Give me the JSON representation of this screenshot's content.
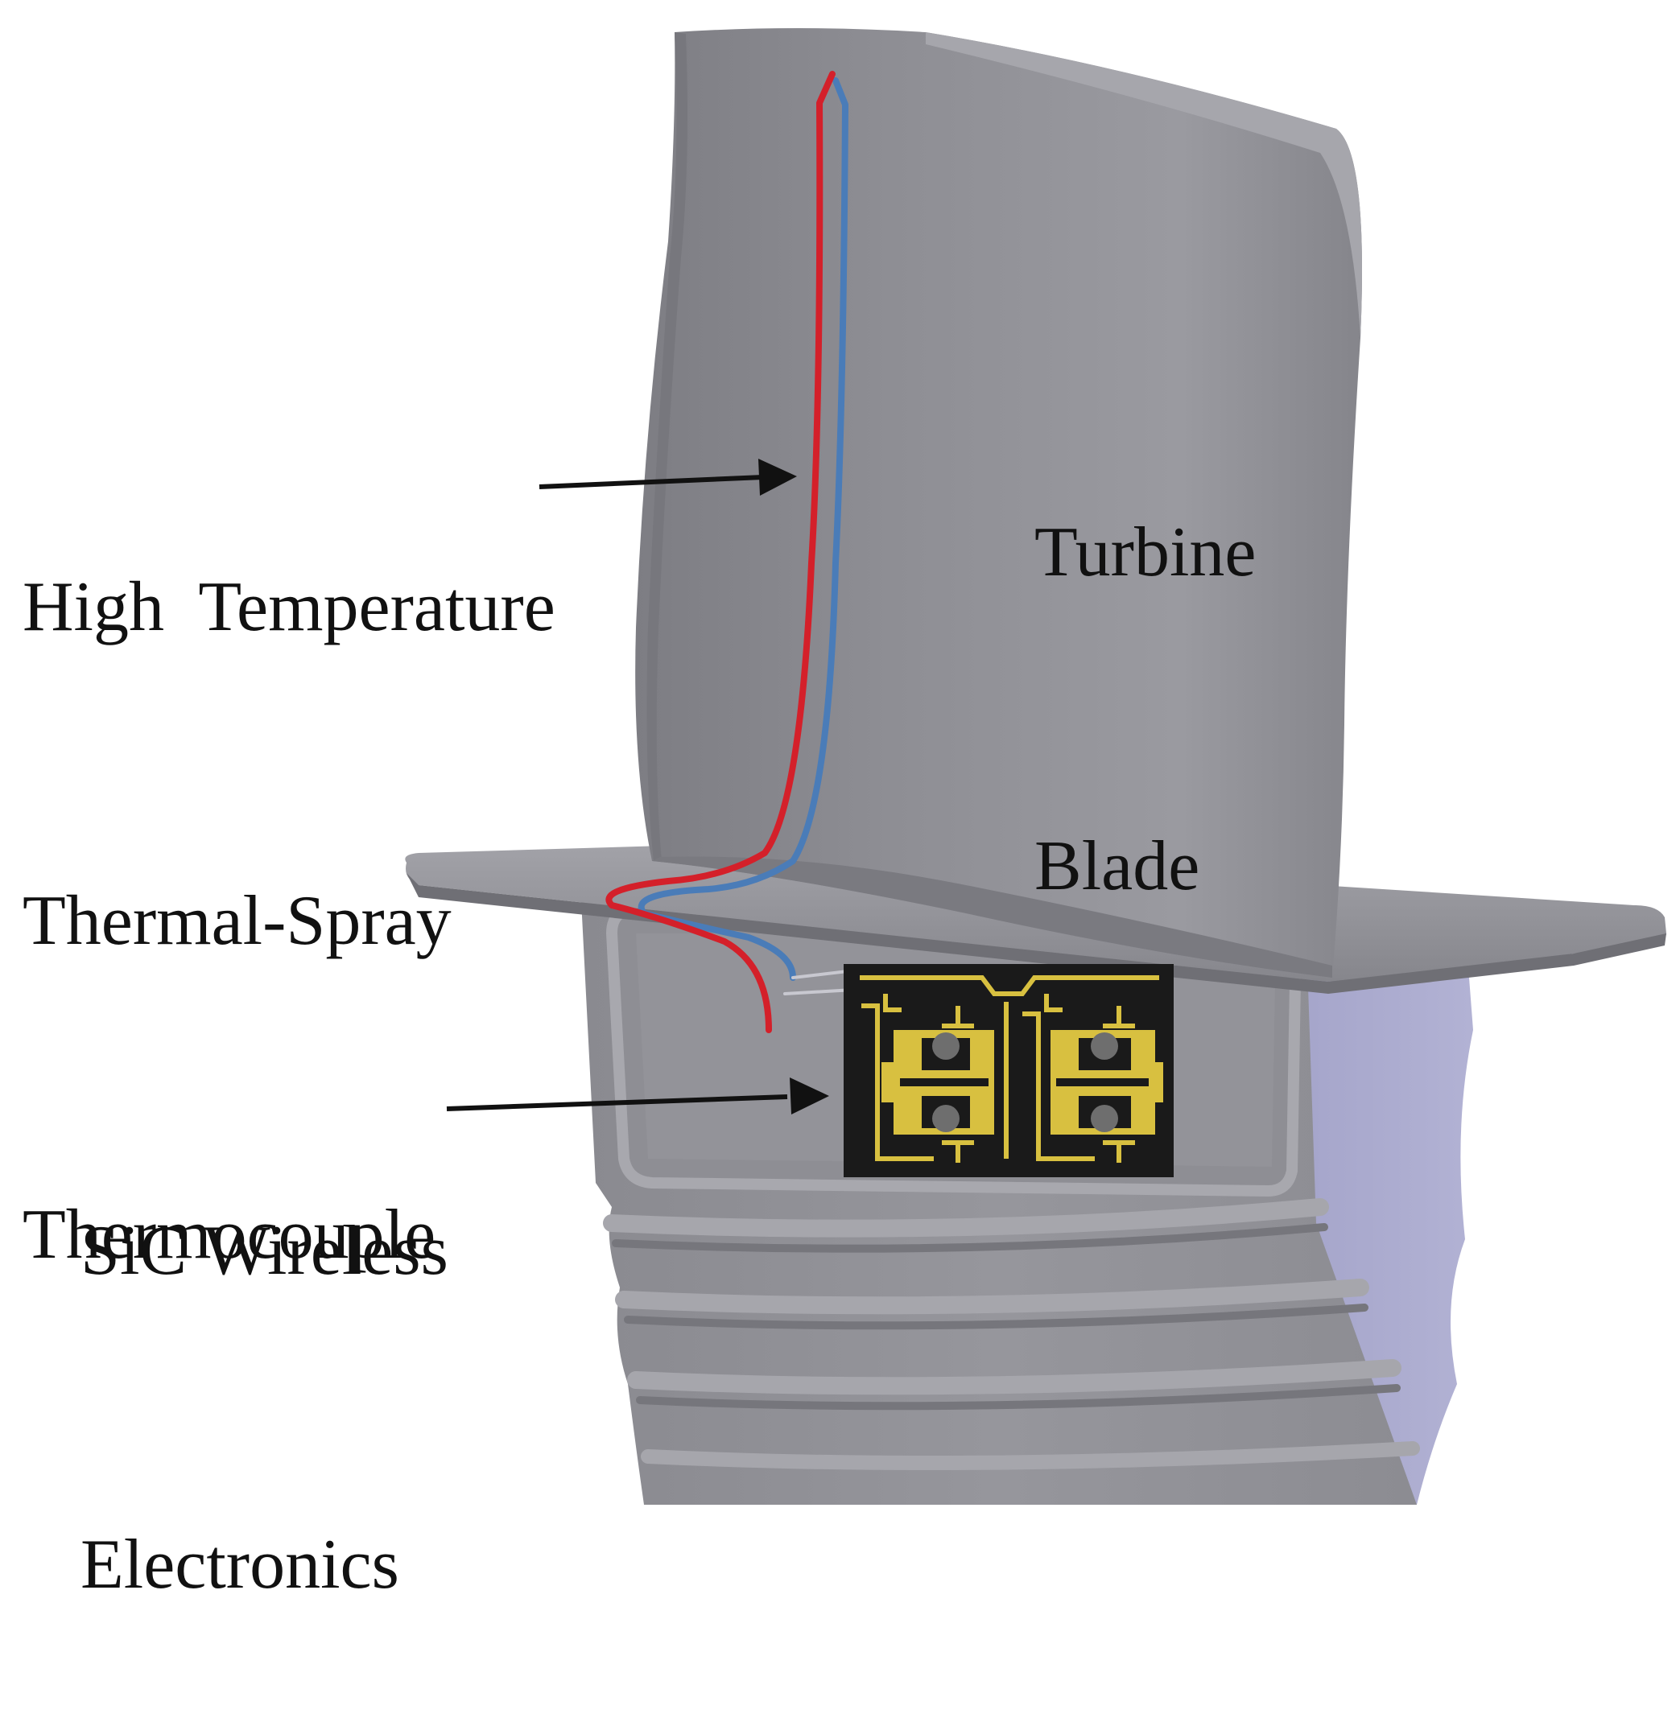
{
  "labels": {
    "thermocouple": [
      "High  Temperature",
      "Thermal-Spray",
      "Thermocouple"
    ],
    "blade": [
      "Turbine",
      "Blade"
    ],
    "electronics": [
      "SiC Wireless",
      "Electronics"
    ]
  },
  "colors": {
    "blade_gray": "#8f8f94",
    "root_lavender": "#a8a8cc",
    "wire_red": "#d4202a",
    "wire_blue": "#4a7cb8",
    "circuit_gold": "#d8c040",
    "circuit_board": "#1a1a1a",
    "arrow": "#111111"
  }
}
